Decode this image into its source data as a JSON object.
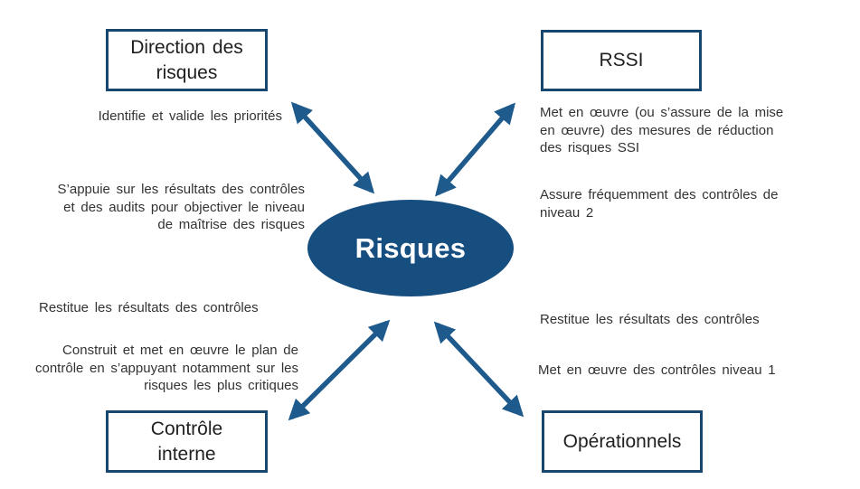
{
  "colors": {
    "node_border": "#17466F",
    "ellipse_fill": "#174E80",
    "arrow": "#1E5A8C",
    "annotation_text": "#333333",
    "label_text": "#1F1F1F",
    "background": "#FFFFFF"
  },
  "center": {
    "label": "Risques"
  },
  "nodes": {
    "direction": {
      "label": "Direction des\nrisques"
    },
    "rssi": {
      "label": "RSSI"
    },
    "controle": {
      "label": "Contrôle\ninterne"
    },
    "operationnels": {
      "label": "Opérationnels"
    }
  },
  "annotations": {
    "direction_1": "Identifie et valide les priorités",
    "direction_2": "S’appuie sur les résultats des contrôles\net des audits pour objectiver le niveau\nde maîtrise des risques",
    "controle_1": "Restitue les résultats des contrôles",
    "controle_2": "Construit et met en œuvre le plan de\ncontrôle en s’appuyant notamment sur les\nrisques les plus critiques",
    "rssi_1": "Met en œuvre (ou s’assure de la mise\nen œuvre) des mesures de réduction\ndes risques SSI",
    "rssi_2": "Assure fréquemment des contrôles de\nniveau 2",
    "operationnels_1": "Restitue les résultats des contrôles",
    "operationnels_2": "Met en œuvre des contrôles niveau 1"
  }
}
